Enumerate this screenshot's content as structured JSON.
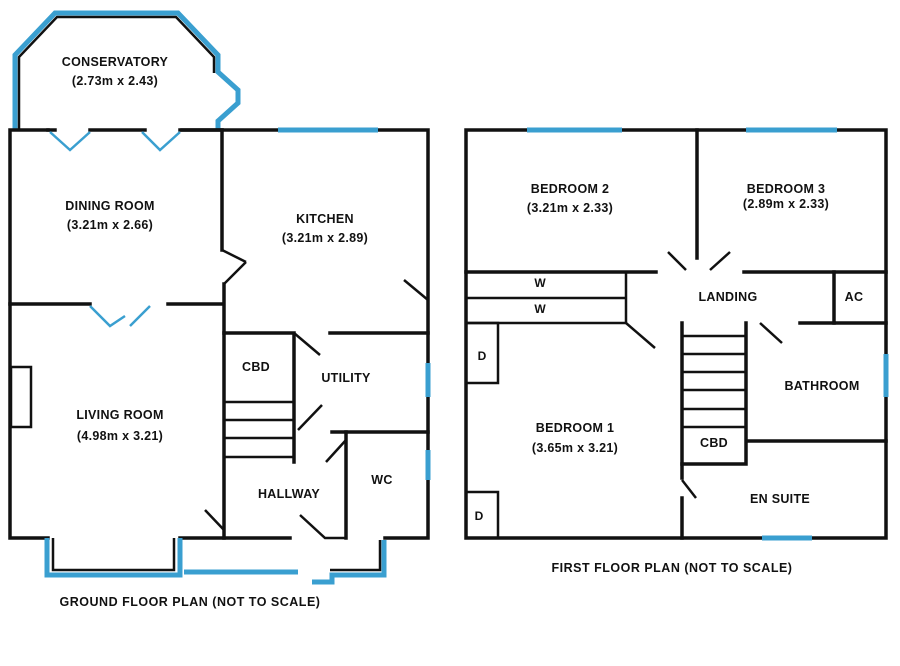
{
  "ground_floor": {
    "caption": "GROUND FLOOR PLAN (NOT TO SCALE)",
    "rooms": {
      "conservatory": {
        "name": "CONSERVATORY",
        "size": "(2.73m x 2.43)"
      },
      "dining_room": {
        "name": "DINING ROOM",
        "size": "(3.21m x 2.66)"
      },
      "kitchen": {
        "name": "KITCHEN",
        "size": "(3.21m x 2.89)"
      },
      "living_room": {
        "name": "LIVING ROOM",
        "size": "(4.98m x 3.21)"
      },
      "cbd": {
        "name": "CBD"
      },
      "utility": {
        "name": "UTILITY"
      },
      "hallway": {
        "name": "HALLWAY"
      },
      "wc": {
        "name": "WC"
      }
    }
  },
  "first_floor": {
    "caption": "FIRST FLOOR PLAN (NOT TO SCALE)",
    "rooms": {
      "bedroom_2": {
        "name": "BEDROOM 2",
        "size": "(3.21m x 2.33)"
      },
      "bedroom_3": {
        "name": "BEDROOM 3",
        "size": "(2.89m x 2.33)"
      },
      "bedroom_1": {
        "name": "BEDROOM 1",
        "size": "(3.65m x 3.21)"
      },
      "landing": {
        "name": "LANDING"
      },
      "ac": {
        "name": "AC"
      },
      "bathroom": {
        "name": "BATHROOM"
      },
      "cbd": {
        "name": "CBD"
      },
      "en_suite": {
        "name": "EN SUITE"
      },
      "wardrobe_upper": {
        "name": "W"
      },
      "wardrobe_lower": {
        "name": "W"
      },
      "d_upper": {
        "name": "D"
      },
      "d_lower": {
        "name": "D"
      }
    }
  },
  "colors": {
    "wall": "#111111",
    "window": "#3a9fd0"
  }
}
